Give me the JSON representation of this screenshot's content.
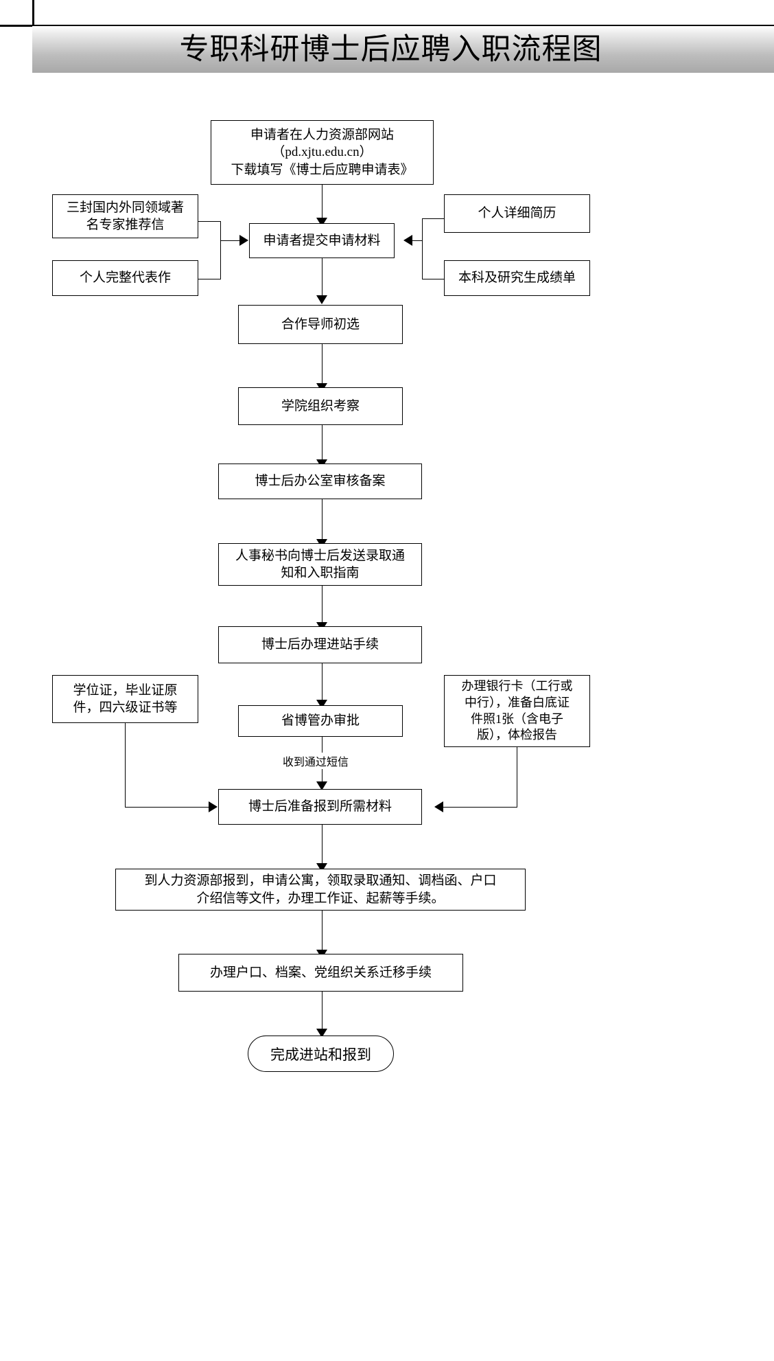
{
  "title": "专职科研博士后应聘入职流程图",
  "nodes": {
    "apply_form": {
      "lines": [
        "申请者在人力资源部网站",
        "（pd.xjtu.edu.cn）",
        "下载填写《博士后应聘申请表》"
      ]
    },
    "recommendation_letters": {
      "lines": [
        "三封国内外同领域著",
        "名专家推荐信"
      ]
    },
    "representative_works": {
      "lines": [
        "个人完整代表作"
      ]
    },
    "detailed_resume": {
      "lines": [
        "个人详细简历"
      ]
    },
    "transcripts": {
      "lines": [
        "本科及研究生成绩单"
      ]
    },
    "submit_materials": {
      "lines": [
        "申请者提交申请材料"
      ]
    },
    "supervisor_preselect": {
      "lines": [
        "合作导师初选"
      ]
    },
    "college_inspection": {
      "lines": [
        "学院组织考察"
      ]
    },
    "postdoc_office_review": {
      "lines": [
        "博士后办公室审核备案"
      ]
    },
    "hr_secretary_notice": {
      "lines": [
        "人事秘书向博士后发送录取通",
        "知和入职指南"
      ]
    },
    "entry_procedures": {
      "lines": [
        "博士后办理进站手续"
      ]
    },
    "degree_certificates": {
      "lines": [
        "学位证，毕业证原",
        "件，四六级证书等"
      ]
    },
    "bank_card_photos": {
      "lines": [
        "办理银行卡（工行或",
        "中行），准备白底证",
        "件照1张（含电子",
        "版），体检报告"
      ]
    },
    "province_approval": {
      "lines": [
        "省博管办审批"
      ]
    },
    "prepare_report_materials": {
      "lines": [
        "博士后准备报到所需材料"
      ]
    },
    "hr_report": {
      "lines": [
        "到人力资源部报到，申请公寓，领取录取通知、调档函、户口",
        "介绍信等文件，办理工作证、起薪等手续。"
      ]
    },
    "household_transfer": {
      "lines": [
        "办理户口、档案、党组织关系迁移手续"
      ]
    },
    "finish": {
      "lines": [
        "完成进站和报到"
      ]
    }
  },
  "edge_labels": {
    "sms_received": "收到通过短信"
  }
}
